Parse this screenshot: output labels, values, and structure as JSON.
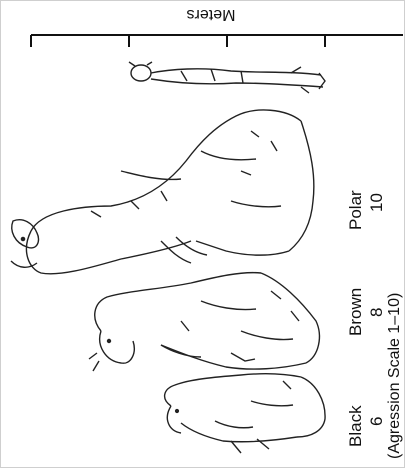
{
  "scale": {
    "axis_label": "Meters"
  },
  "bears": [
    {
      "name": "Black",
      "aggression": "6"
    },
    {
      "name": "Brown",
      "aggression": "8"
    },
    {
      "name": "Polar",
      "aggression": "10"
    }
  ],
  "caption": "(Agression Scale 1–10)"
}
